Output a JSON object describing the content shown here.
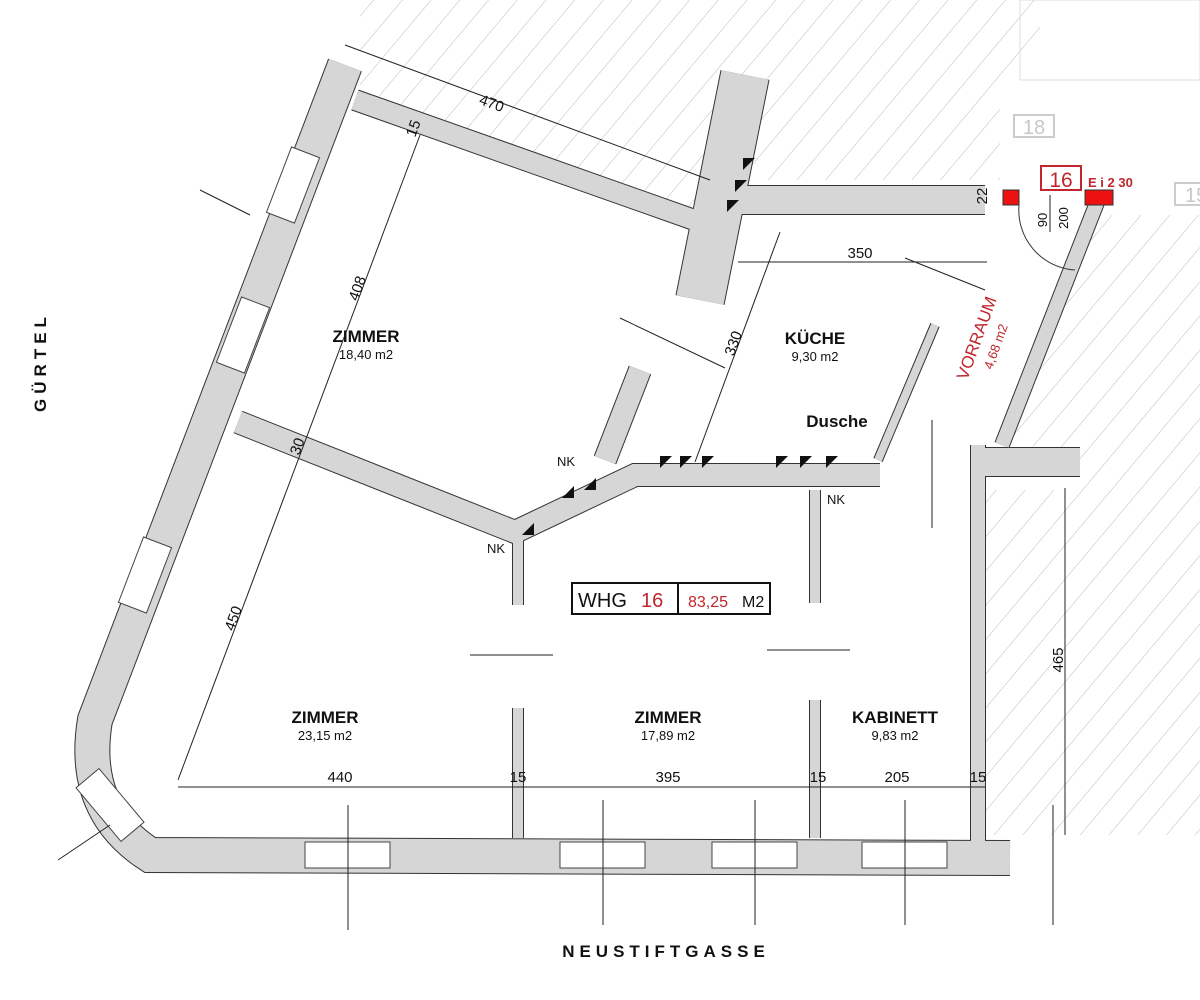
{
  "plan": {
    "unit_box": {
      "label": "WHG",
      "number": "16",
      "area": "83,25",
      "area_unit": "M2"
    },
    "streets": {
      "left": "GÜRTEL",
      "bottom": "NEUSTIFTGASSE"
    },
    "neighbor_units": [
      "18",
      "15"
    ],
    "entrance": {
      "unit_number": "16",
      "code": "E i 2 30",
      "door_width": "90",
      "door_height": "200"
    },
    "rooms": [
      {
        "name": "ZIMMER",
        "area": "18,40 m2"
      },
      {
        "name": "KÜCHE",
        "area": "9,30 m2"
      },
      {
        "name": "VORRAUM",
        "area": "4,68 m2"
      },
      {
        "name": "Dusche"
      },
      {
        "name": "ZIMMER",
        "area": "23,15 m2"
      },
      {
        "name": "ZIMMER",
        "area": "17,89 m2"
      },
      {
        "name": "KABINETT",
        "area": "9,83 m2"
      }
    ],
    "nk_labels": [
      "NK",
      "NK",
      "NK"
    ],
    "dimensions": {
      "top_wall": "470",
      "top_wall_thickness": "15",
      "left_room_depth": "408",
      "kitchen_depth": "330",
      "kitchen_width": "350",
      "entry_wall": "22",
      "inner_wall": "30",
      "left_lower_depth": "450",
      "right_depth": "465",
      "bottom_run": [
        "440",
        "15",
        "395",
        "15",
        "205",
        "15"
      ]
    }
  },
  "colors": {
    "wall": "#d6d6d6",
    "red": "#c0262c",
    "fire_door": "#ee1111"
  }
}
